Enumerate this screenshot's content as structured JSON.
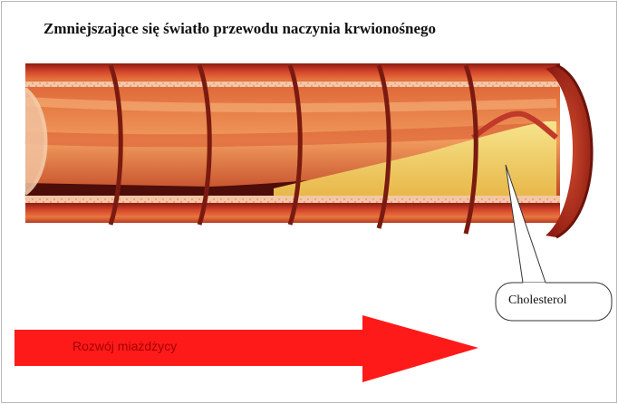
{
  "diagram": {
    "title": "Zmniejszające się światło przewodu naczynia krwionośnego",
    "arrow_label": "Rozwój miażdżycy",
    "callout_label": "Cholesterol",
    "segment_count": 6
  },
  "colors": {
    "arrow": "#ff1a1a",
    "vessel_wall": "#c0392b",
    "vessel_dark": "#5a0e0a",
    "vessel_light": "#f2c4a0",
    "plaque": "#f2d56b"
  }
}
